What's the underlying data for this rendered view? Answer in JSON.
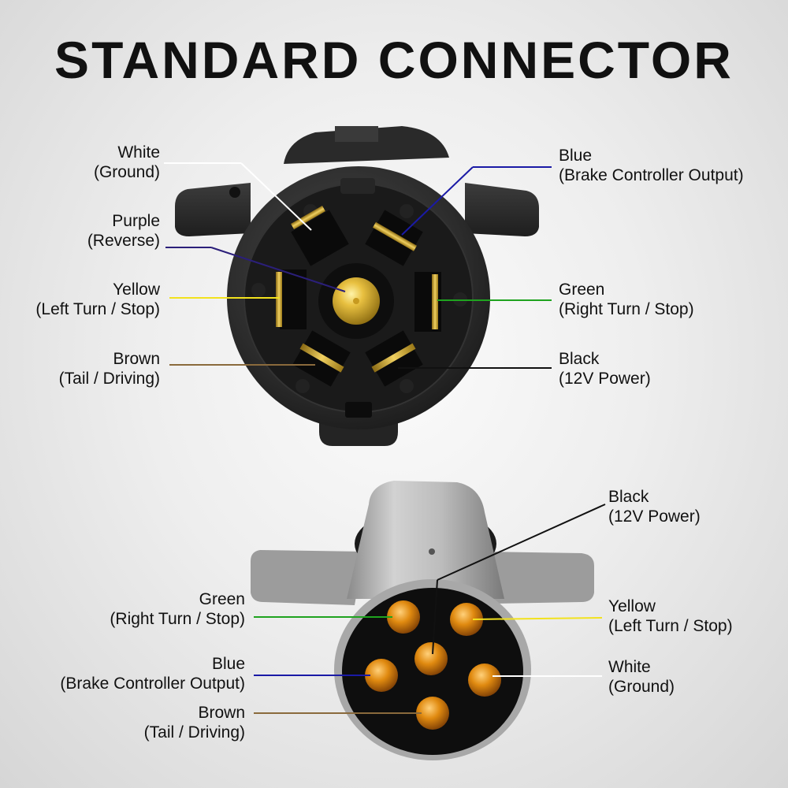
{
  "title": "STANDARD CONNECTOR",
  "colors": {
    "white": "#ffffff",
    "blue": "#1a1aa6",
    "purple": "#2b1f7a",
    "yellow": "#f2e21e",
    "green": "#1fa31f",
    "brown": "#8a6a3c",
    "black": "#111111"
  },
  "socket": {
    "labels": [
      {
        "color_name": "White",
        "function": "(Ground)"
      },
      {
        "color_name": "Purple",
        "function": "(Reverse)"
      },
      {
        "color_name": "Yellow",
        "function": "(Left Turn / Stop)"
      },
      {
        "color_name": "Brown",
        "function": "(Tail / Driving)"
      },
      {
        "color_name": "Blue",
        "function": "(Brake Controller Output)"
      },
      {
        "color_name": "Green",
        "function": "(Right Turn / Stop)"
      },
      {
        "color_name": "Black",
        "function": "(12V Power)"
      }
    ]
  },
  "plug": {
    "labels": [
      {
        "color_name": "Black",
        "function": "(12V Power)"
      },
      {
        "color_name": "Green",
        "function": "(Right Turn / Stop)"
      },
      {
        "color_name": "Yellow",
        "function": "(Left Turn / Stop)"
      },
      {
        "color_name": "Blue",
        "function": "(Brake Controller Output)"
      },
      {
        "color_name": "White",
        "function": "(Ground)"
      },
      {
        "color_name": "Brown",
        "function": "(Tail / Driving)"
      }
    ]
  }
}
